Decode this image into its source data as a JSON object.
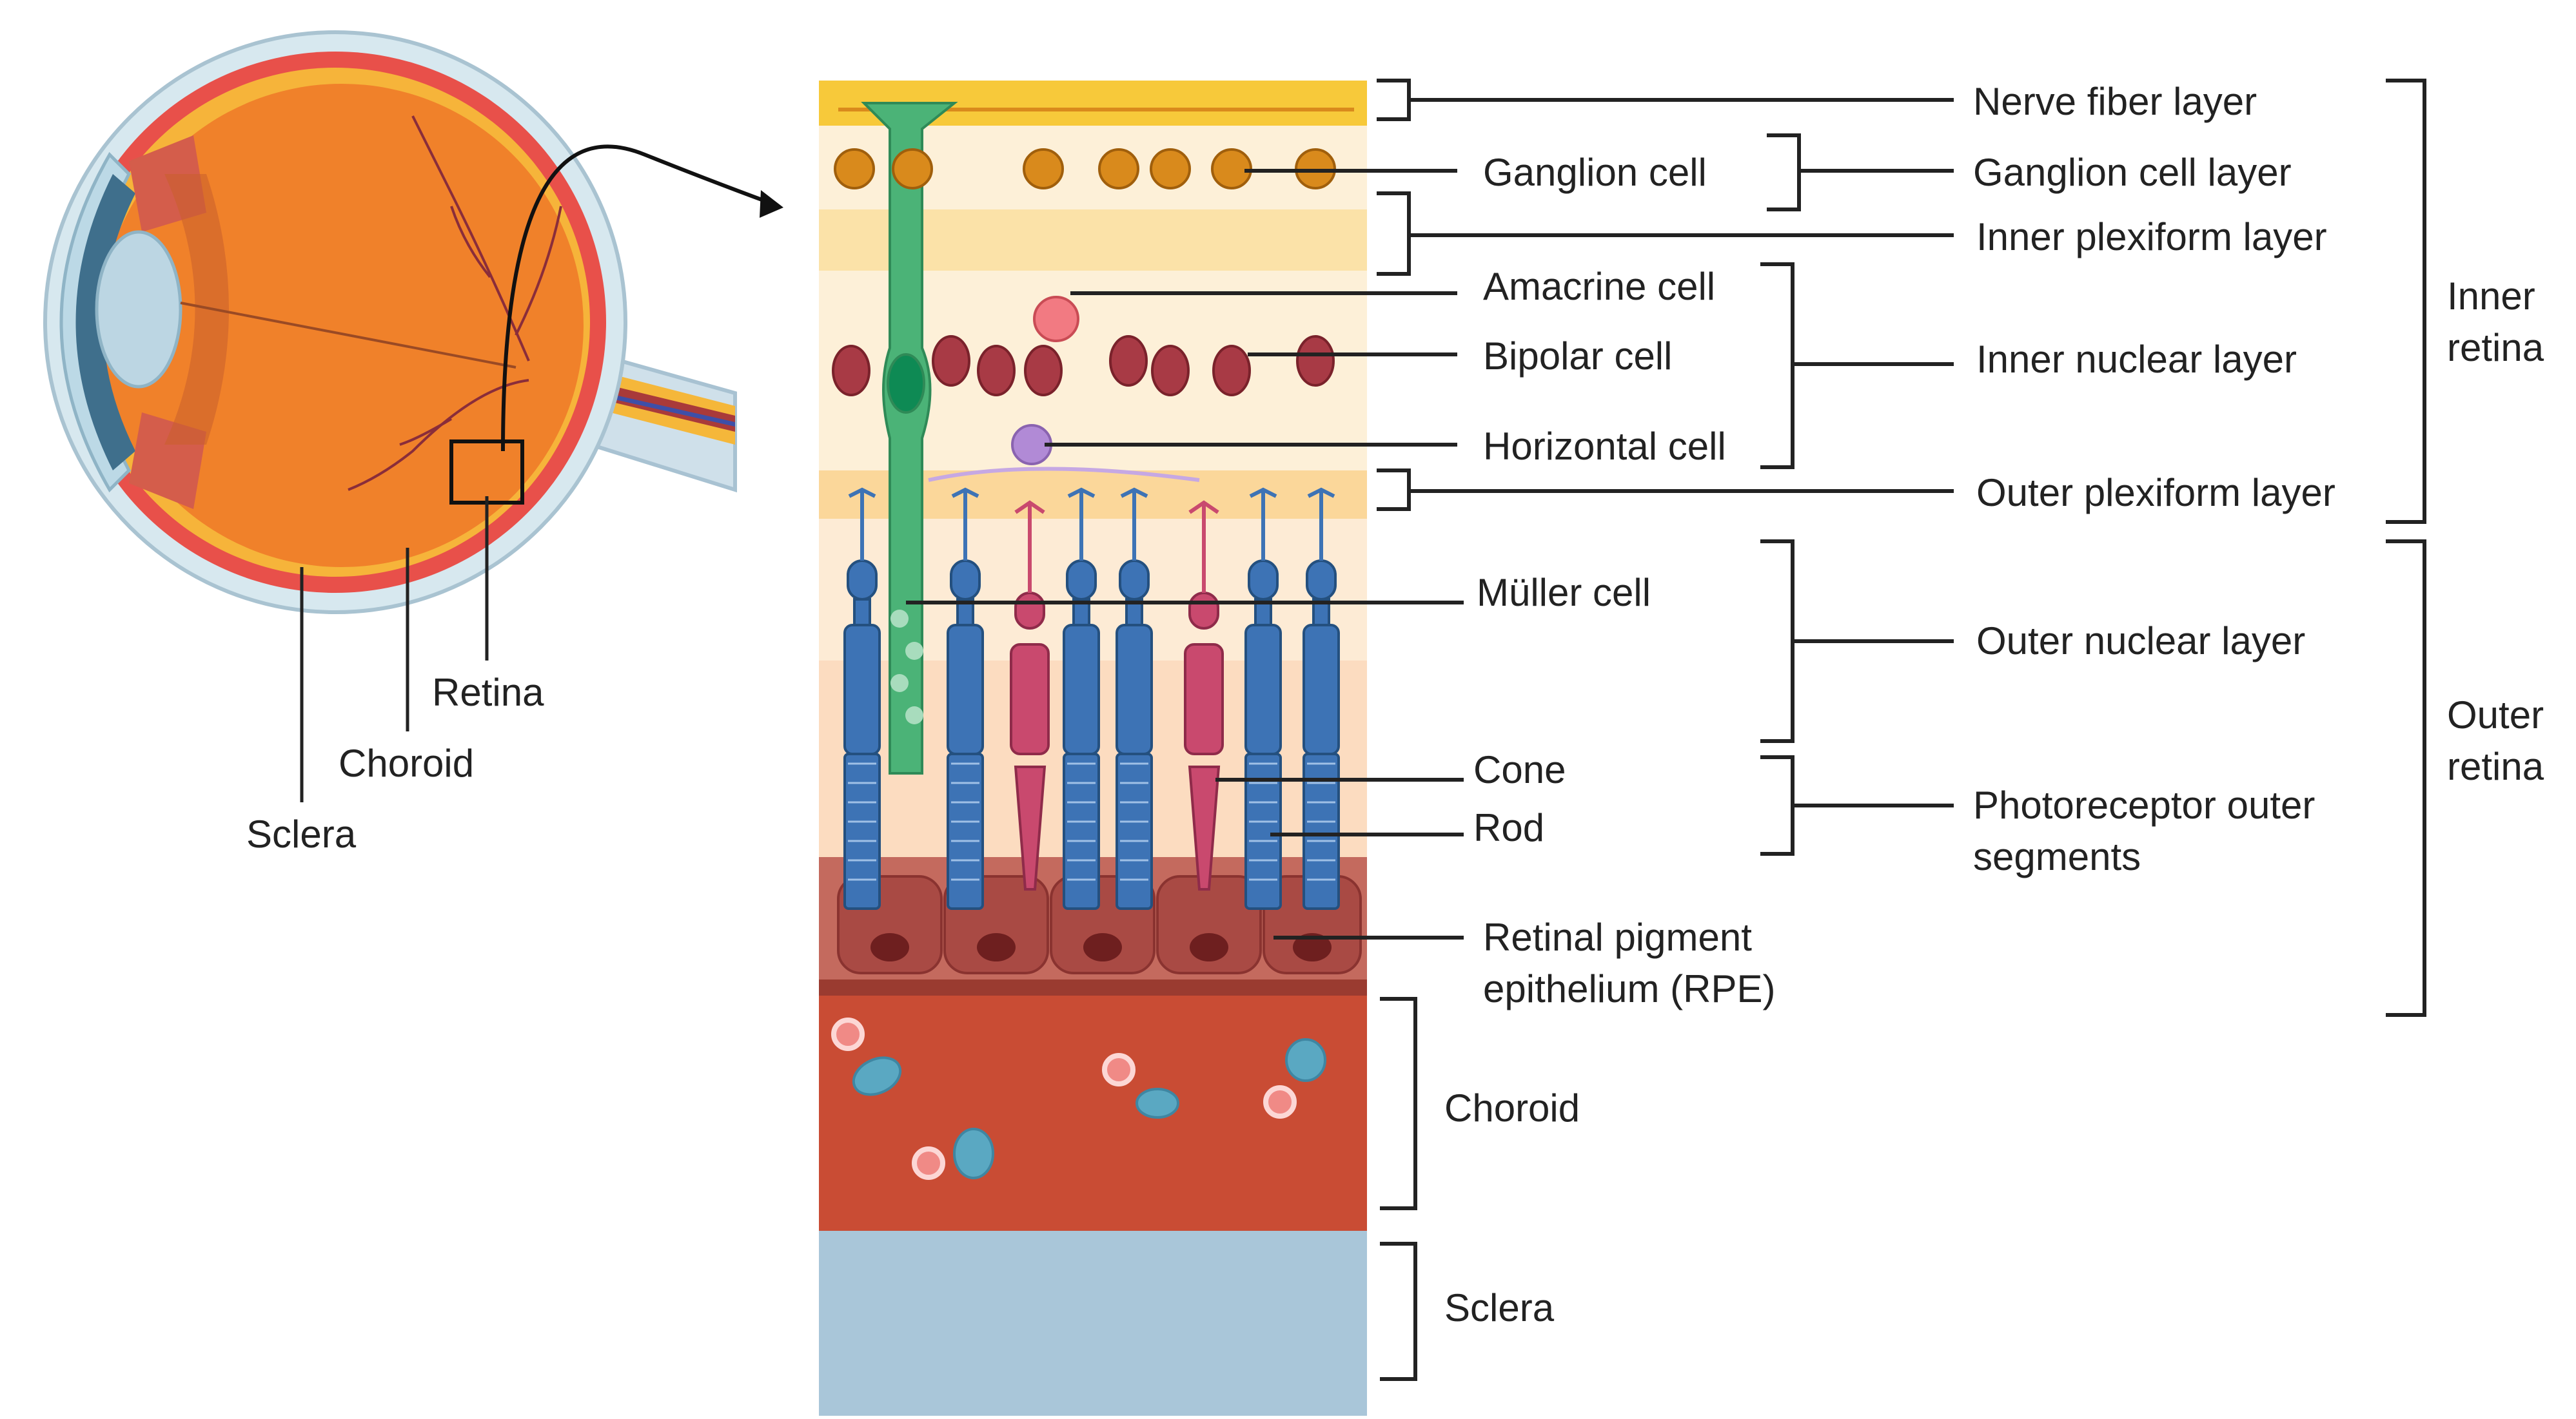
{
  "eye_labels": {
    "retina": "Retina",
    "choroid": "Choroid",
    "sclera": "Sclera"
  },
  "cell_labels": {
    "ganglion": "Ganglion cell",
    "amacrine": "Amacrine cell",
    "bipolar": "Bipolar cell",
    "horizontal": "Horizontal cell",
    "muller": "Müller cell",
    "cone": "Cone",
    "rod": "Rod",
    "rpe_line1": "Retinal pigment",
    "rpe_line2": "epithelium (RPE)",
    "choroid": "Choroid",
    "sclera": "Sclera"
  },
  "layer_labels": {
    "nerve_fiber": "Nerve fiber layer",
    "ganglion_cell": "Ganglion cell layer",
    "inner_plexiform": "Inner plexiform layer",
    "inner_nuclear": "Inner nuclear layer",
    "outer_plexiform": "Outer plexiform layer",
    "outer_nuclear": "Outer nuclear layer",
    "photoreceptor_line1": "Photoreceptor outer",
    "photoreceptor_line2": "segments"
  },
  "region_labels": {
    "inner_line1": "Inner",
    "inner_line2": "retina",
    "outer_line1": "Outer",
    "outer_line2": "retina"
  },
  "colors": {
    "nerve_fiber_layer": "#f7c93a",
    "retina_light": "#fdf0d8",
    "plexiform_band": "#fbe2a8",
    "ganglion": "#d98a1c",
    "bipolar": "#a83a45",
    "amacrine": "#f27a82",
    "horizontal": "#b18ad6",
    "muller": "#4bb377",
    "rod": "#3d73b5",
    "cone": "#c9496e",
    "rpe": "#b9534a",
    "choroid": "#c94c34",
    "sclera": "#a9c6d9",
    "eye_body": "#f0812a"
  }
}
